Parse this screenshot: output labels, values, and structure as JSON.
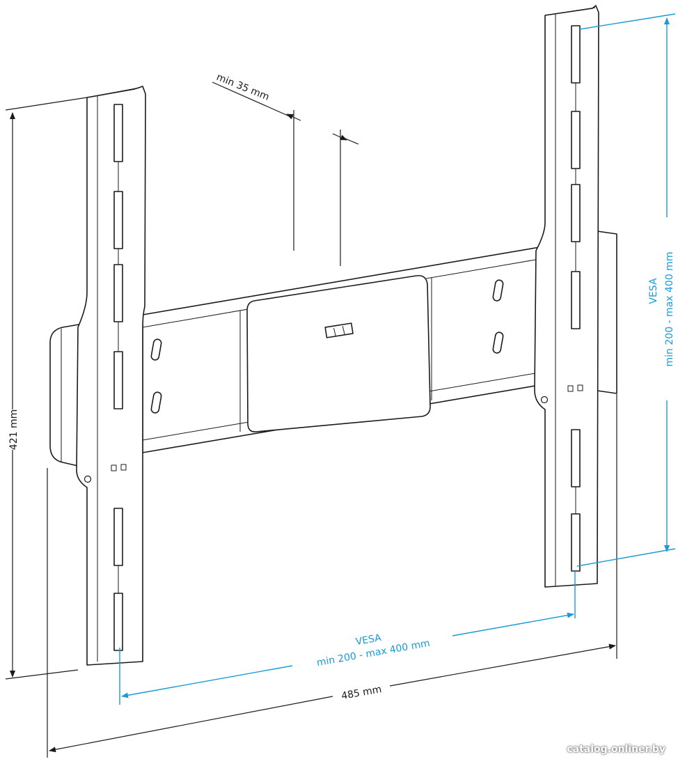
{
  "diagram": {
    "colors": {
      "line": "#1a1a1a",
      "accent": "#1a9ad6",
      "panel": "#ffffff"
    },
    "labels": {
      "depth": "min 35 mm",
      "height": "421 mm",
      "width": "485 mm",
      "vesa_h_title": "VESA",
      "vesa_h_range": "min 200 - max 400 mm",
      "vesa_v_title": "VESA",
      "vesa_v_range": "min 200 - max 400 mm"
    }
  },
  "watermark": "catalog.onliner.by"
}
